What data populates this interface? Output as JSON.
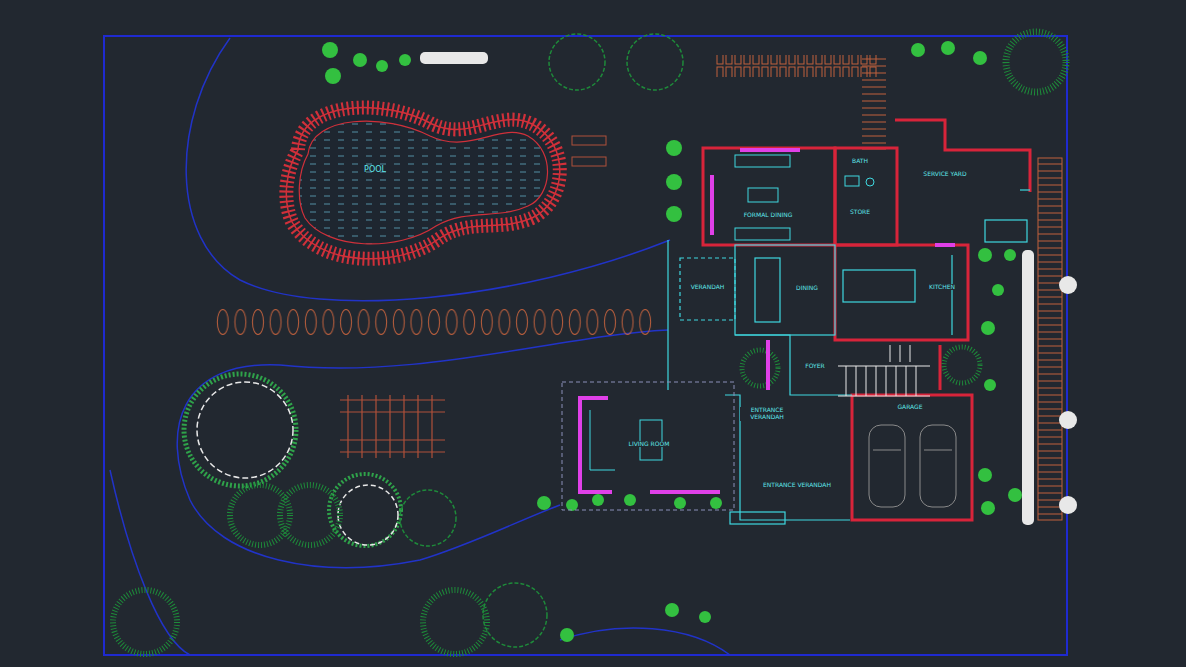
{
  "diagram": {
    "nodes": [
      {
        "text": [
          "POOL"
        ]
      },
      {
        "text": [
          "SERVICE YARD"
        ]
      },
      {
        "text": [
          "FORMAL DINING"
        ]
      },
      {
        "text": [
          "BATH"
        ]
      },
      {
        "text": [
          "STORE"
        ]
      },
      {
        "text": [
          "VERANDAH"
        ]
      },
      {
        "text": [
          "DINING"
        ]
      },
      {
        "text": [
          "KITCHEN"
        ]
      },
      {
        "text": [
          "FOYER"
        ]
      },
      {
        "text": [
          "GARAGE"
        ]
      },
      {
        "text": [
          "ENTRANCE VERANDAH"
        ]
      },
      {
        "text": [
          "LIVING ROOM"
        ]
      },
      {
        "text": [
          "ENTRANCE VERANDAH"
        ]
      }
    ]
  }
}
